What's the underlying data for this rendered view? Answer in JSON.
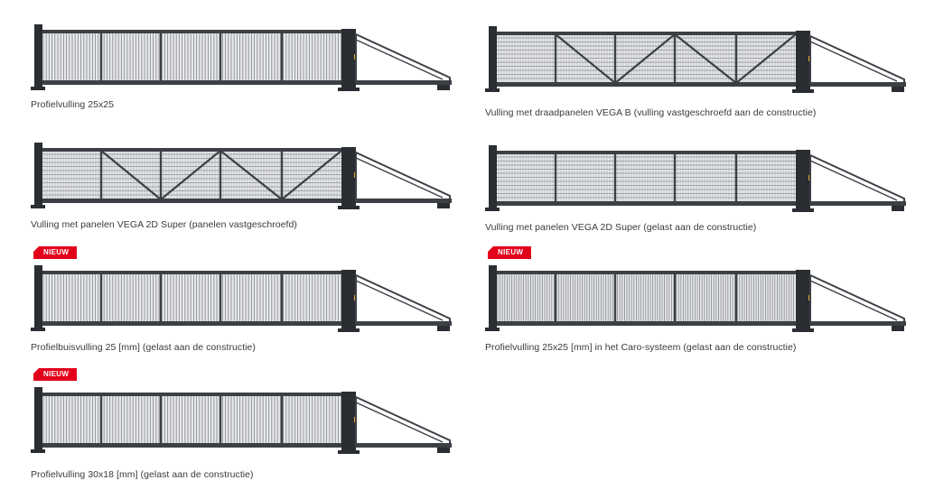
{
  "badge_text": "NIEUW",
  "colors": {
    "frame": "#3c4045",
    "frame_dark": "#2a2d31",
    "infill_light": "#e8e9eb",
    "infill_line": "#8b8f94",
    "accent": "#e2001a",
    "lamp": "#e8a23a"
  },
  "gates": [
    {
      "caption": "Profielvulling 25x25",
      "infill": "vertical-profiles",
      "new": false
    },
    {
      "caption": "Vulling met draadpanelen VEGA B (vulling vastgeschroefd aan de constructie)",
      "infill": "mesh-with-diagonals",
      "new": false
    },
    {
      "caption": "Vulling met panelen VEGA 2D Super (panelen vastgeschroefd)",
      "infill": "mesh-with-diagonals",
      "new": false
    },
    {
      "caption": "Vulling met panelen VEGA 2D Super (gelast aan de constructie)",
      "infill": "mesh",
      "new": false
    },
    {
      "caption": "Profielbuisvulling 25 [mm] (gelast aan de constructie)",
      "infill": "vertical-profiles",
      "new": true
    },
    {
      "caption": "Profielvulling 25x25 [mm] in het Caro-systeem (gelast aan de constructie)",
      "infill": "vertical-profiles-fine",
      "new": true
    },
    {
      "caption": "Profielvulling 30x18 [mm] (gelast aan de constructie)",
      "infill": "vertical-profiles",
      "new": true
    }
  ]
}
